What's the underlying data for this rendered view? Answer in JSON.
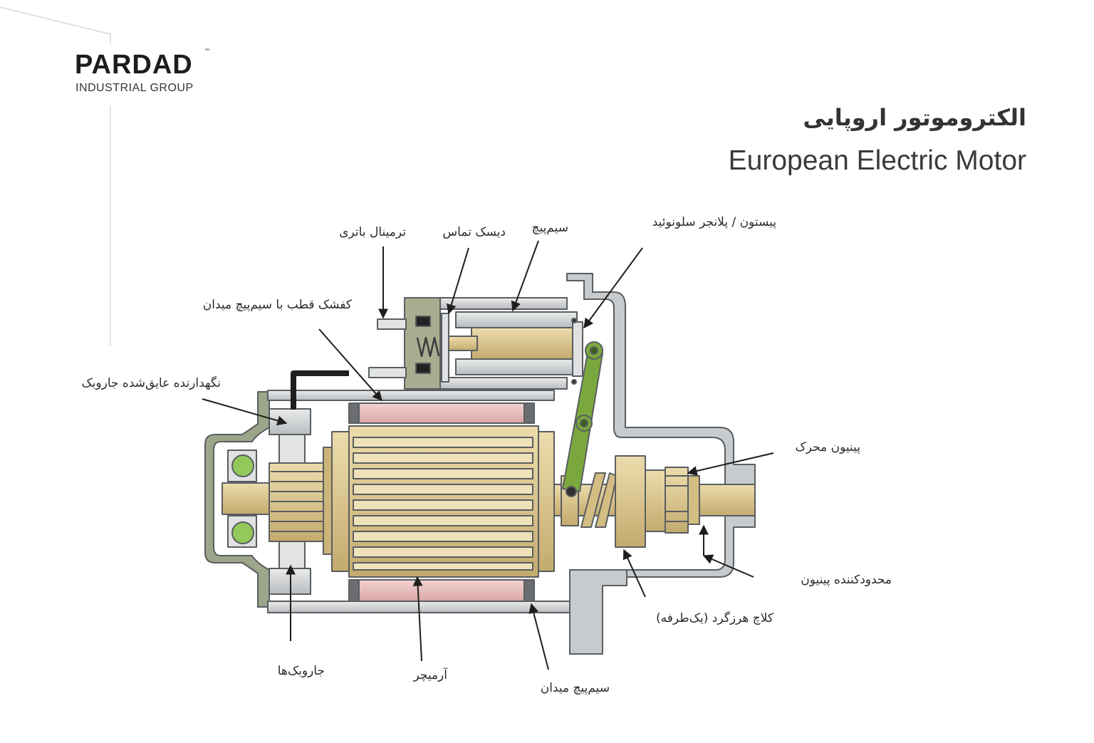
{
  "logo": {
    "brand": "PARDAD",
    "tm": "™",
    "subtitle": "INDUSTRIAL GROUP"
  },
  "title": {
    "fa": "الکتروموتور اروپایی",
    "en": "European Electric Motor"
  },
  "labels": {
    "battery_terminal": "ترمینال باتری",
    "contact_disc": "دیسک تماس",
    "solenoid_coil": "سیم‌پیچ",
    "solenoid_plunger": "پیستون / پلانجر سلونوئید",
    "pole_shoe": "کفشک قطب با سیم‌پیچ میدان",
    "brush_holder": "نگهدارنده عایق‌شده جاروبک",
    "drive_pinion": "پینیون محرک",
    "pinion_stop": "محدودکننده پینیون",
    "overrunning_clutch": "کلاچ هرزگرد (یک‌طرفه)",
    "brushes": "جاروبک‌ها",
    "armature": "آرمیچر",
    "field_winding": "سیم‌پیچ میدان"
  },
  "colors": {
    "brass": "#d9c48e",
    "brass_dark": "#b89d5c",
    "housing": "#c8cbce",
    "housing_dark": "#7d8184",
    "lever_green": "#7aa83e",
    "bearing_green": "#92c95a",
    "field_pink": "#e6b8b8",
    "text": "#2b2b2b"
  }
}
